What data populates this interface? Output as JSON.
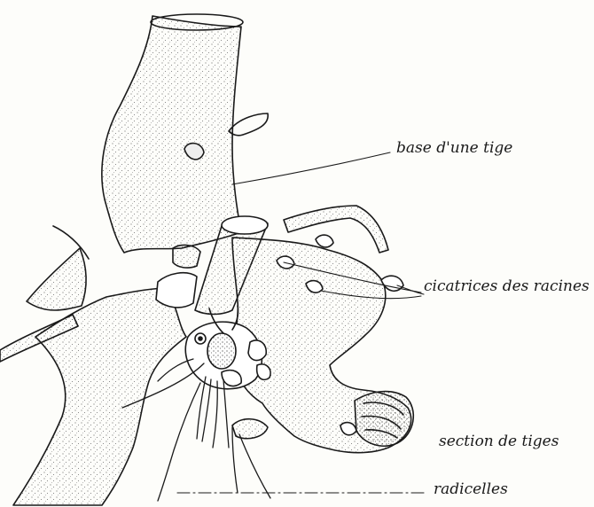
{
  "figure": {
    "labels": {
      "base_tige": "base d'une tige",
      "cicatrices": "cicatrices des racines",
      "section": "section de tiges",
      "radicelles": "radicelles"
    },
    "signature": "",
    "colors": {
      "ink": "#1a1a1a",
      "paper": "#fdfdfa",
      "stipple": "#444444"
    }
  }
}
